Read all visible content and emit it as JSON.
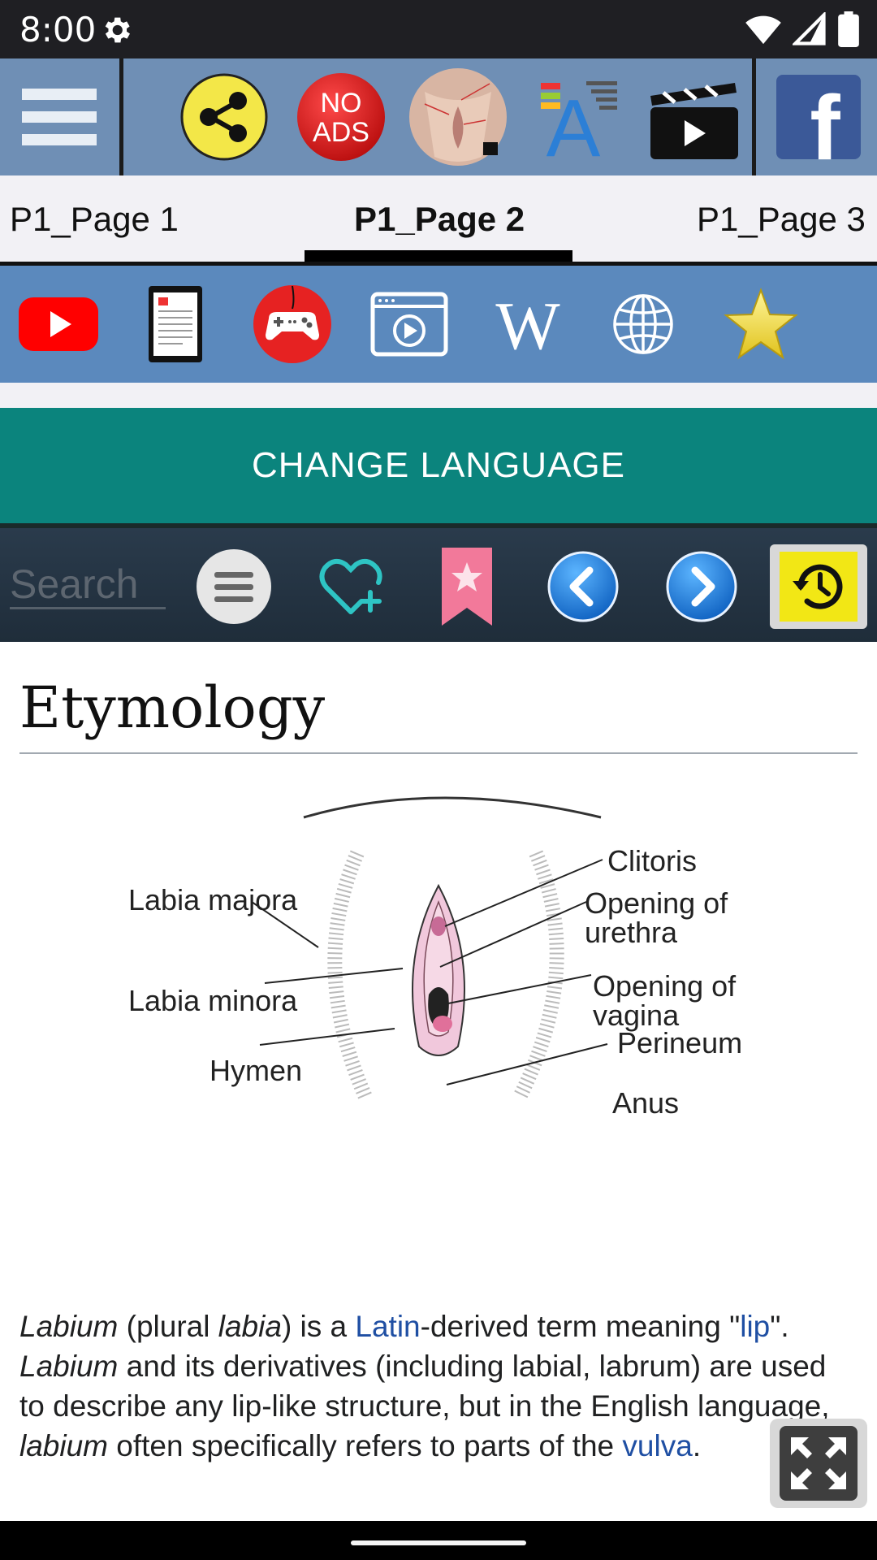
{
  "status_bar": {
    "time": "8:00",
    "icons": [
      "settings-icon",
      "wifi-icon",
      "signal-icon",
      "battery-icon"
    ]
  },
  "toolbar1": {
    "items": [
      "menu-icon",
      "share-icon",
      "no-ads-button",
      "anatomy-thumbnail",
      "font-size-icon",
      "video-clapper-icon",
      "facebook-icon"
    ],
    "no_ads_label": "NO ADS",
    "no_ads_line1": "NO",
    "no_ads_line2": "ADS",
    "facebook_letter": "f",
    "font_letter": "A"
  },
  "tabs": [
    {
      "label": "P1_Page 1",
      "active": false
    },
    {
      "label": "P1_Page 2",
      "active": true
    },
    {
      "label": "P1_Page 3",
      "active": false
    }
  ],
  "toolbar2": {
    "items": [
      "youtube-icon",
      "ebook-icon",
      "game-controller-icon",
      "video-player-icon",
      "wikipedia-icon",
      "globe-icon",
      "star-icon"
    ],
    "wikipedia_letter": "W"
  },
  "change_language": "CHANGE LANGUAGE",
  "toolbar3": {
    "search_placeholder": "Search",
    "items": [
      "list-icon",
      "heart-plus-icon",
      "bookmark-icon",
      "back-arrow-icon",
      "forward-arrow-icon",
      "history-icon"
    ]
  },
  "content": {
    "heading": "Etymology",
    "figure_labels": {
      "clitoris": "Clitoris",
      "urethra_1": "Opening of",
      "urethra_2": "urethra",
      "vagina_1": "Opening of",
      "vagina_2": "vagina",
      "perineum": "Perineum",
      "anus": "Anus",
      "labia_majora": "Labia majora",
      "labia_minora": "Labia minora",
      "hymen": "Hymen"
    },
    "paragraph": {
      "t1_italic": "Labium",
      "t2": " (plural ",
      "t3_italic": "labia",
      "t4": ") is a ",
      "link_latin": "Latin",
      "t5": "-derived term meaning \"",
      "link_lip": "lip",
      "t6": "\". ",
      "t7_italic": "Labium",
      "t8": " and its derivatives (including labial, labrum) are used to describe any lip-like structure, but in the English language, ",
      "t9_italic": "labium",
      "t10": " often specifically refers to parts of the ",
      "link_vulva": "vulva",
      "t11": "."
    }
  },
  "colors": {
    "toolbar1_bg": "#6f8fb5",
    "toolbar2_bg": "#5b89bd",
    "change_language_bg": "#0b847d",
    "link": "#1f4fa3"
  }
}
